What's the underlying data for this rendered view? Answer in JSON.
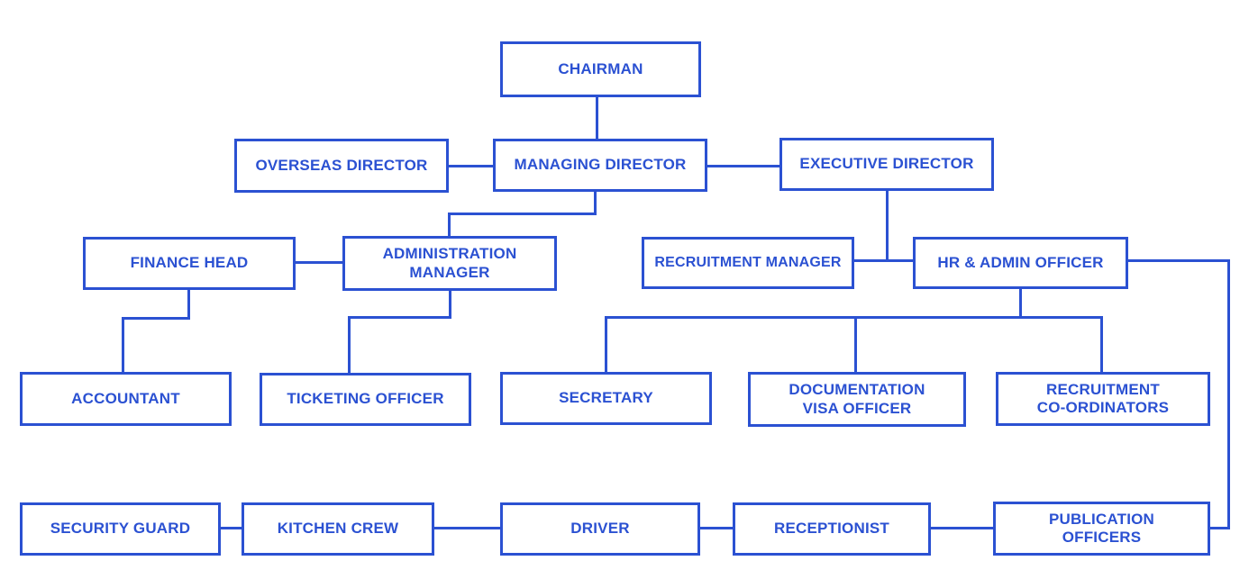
{
  "colors": {
    "accent": "#2b51d2",
    "background": "#ffffff"
  },
  "nodes": {
    "chairman": {
      "label": "CHAIRMAN"
    },
    "overseas_director": {
      "label": "OVERSEAS DIRECTOR"
    },
    "managing_director": {
      "label": "MANAGING DIRECTOR"
    },
    "executive_director": {
      "label": "EXECUTIVE DIRECTOR"
    },
    "finance_head": {
      "label": "FINANCE HEAD"
    },
    "administration_manager": {
      "label": "ADMINISTRATION\nMANAGER"
    },
    "recruitment_manager": {
      "label": "RECRUITMENT MANAGER"
    },
    "hr_admin_officer": {
      "label": "HR & ADMIN OFFICER"
    },
    "accountant": {
      "label": "ACCOUNTANT"
    },
    "ticketing_officer": {
      "label": "TICKETING OFFICER"
    },
    "secretary": {
      "label": "SECRETARY"
    },
    "documentation_visa_officer": {
      "label": "DOCUMENTATION\nVISA OFFICER"
    },
    "recruitment_coordinators": {
      "label": "RECRUITMENT\nCO-ORDINATORS"
    },
    "security_guard": {
      "label": "SECURITY GUARD"
    },
    "kitchen_crew": {
      "label": "KITCHEN CREW"
    },
    "driver": {
      "label": "DRIVER"
    },
    "receptionist": {
      "label": "RECEPTIONIST"
    },
    "publication_officers": {
      "label": "PUBLICATION\nOFFICERS"
    }
  }
}
